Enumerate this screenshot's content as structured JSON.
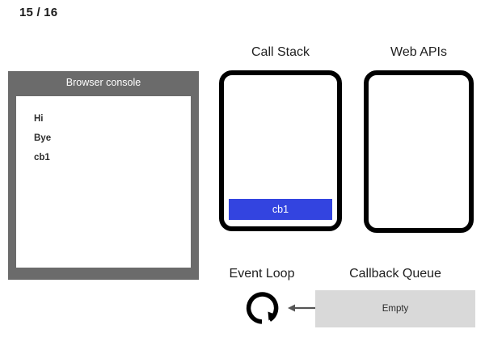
{
  "step": {
    "label": "15 / 16",
    "current": 15,
    "total": 16
  },
  "console": {
    "title": "Browser console",
    "lines": [
      "Hi",
      "Bye",
      "cb1"
    ],
    "header_bg": "#6b6b6b",
    "body_bg": "#ffffff",
    "text_color": "#2e2e2e"
  },
  "call_stack": {
    "title": "Call Stack",
    "border_color": "#000000",
    "frames": [
      {
        "label": "cb1",
        "color": "#3344e0"
      }
    ]
  },
  "web_apis": {
    "title": "Web APIs",
    "border_color": "#000000",
    "items": []
  },
  "event_loop": {
    "title": "Event Loop",
    "icon": "circular-arrow-icon",
    "arrow_icon": "arrow-left-icon",
    "color": "#000000",
    "arrow_color": "#555555"
  },
  "callback_queue": {
    "title": "Callback Queue",
    "status": "Empty",
    "bg": "#d9d9d9",
    "items": []
  }
}
